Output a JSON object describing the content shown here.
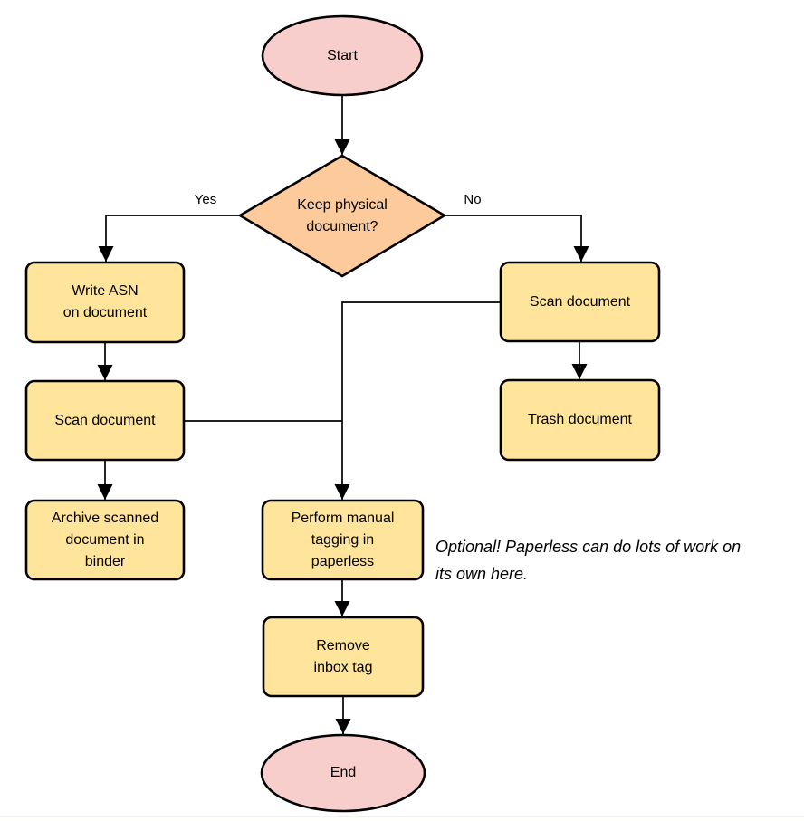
{
  "colors": {
    "terminal_fill": "#F8CECC",
    "decision_fill": "#FDCB9B",
    "process_fill": "#FFE49C",
    "stroke": "#000000",
    "bottom_divider": "#f3f1ea"
  },
  "nodes": {
    "start": {
      "label": "Start"
    },
    "decision": {
      "label": "Keep physical\ndocument?"
    },
    "write_asn": {
      "label": "Write ASN\non document"
    },
    "scan_left": {
      "label": "Scan document"
    },
    "archive": {
      "label": "Archive scanned\ndocument in\nbinder"
    },
    "scan_right": {
      "label": "Scan document"
    },
    "trash": {
      "label": "Trash document"
    },
    "tagging": {
      "label": "Perform manual\ntagging in\npaperless"
    },
    "remove_inbox": {
      "label": "Remove\ninbox tag"
    },
    "end": {
      "label": "End"
    }
  },
  "branches": {
    "yes": "Yes",
    "no": "No"
  },
  "annotation": {
    "text": "Optional! Paperless can do lots of work on\nits own here."
  }
}
